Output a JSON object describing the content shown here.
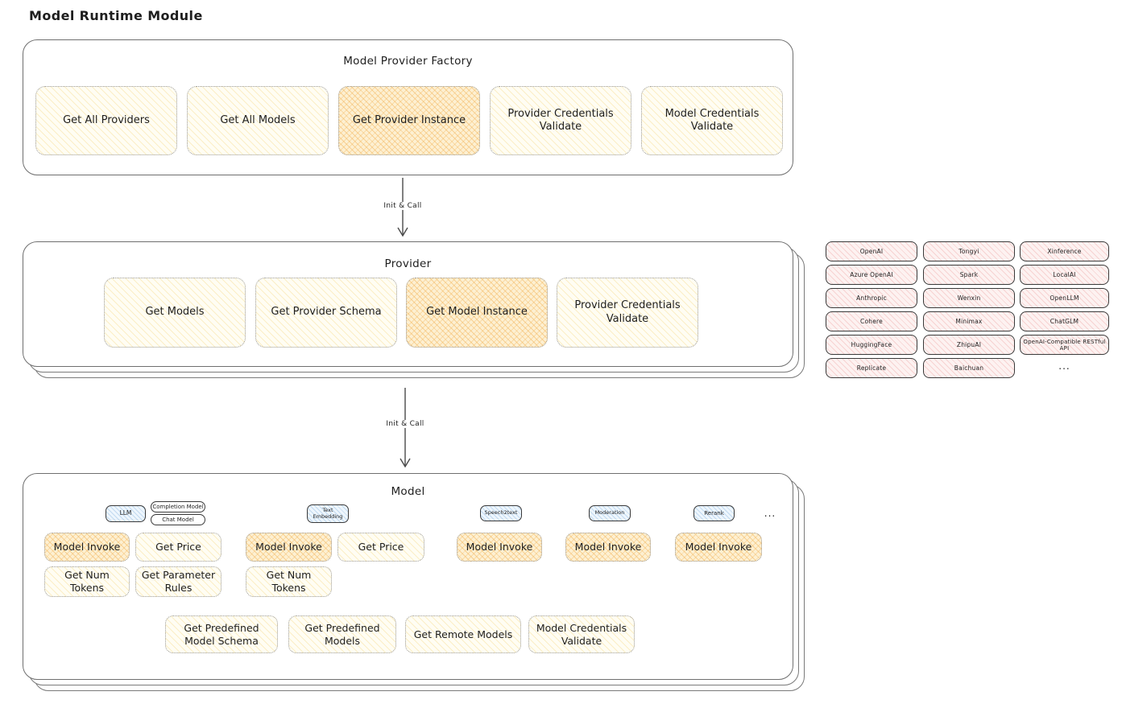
{
  "page": {
    "title": "Model Runtime Module"
  },
  "colors": {
    "yellow_hachure": "#f4ce68",
    "orange_hachure": "#f0a63c",
    "pink_hachure": "#eb9696",
    "blue_hachure": "#70a6d8",
    "box_stroke_dotted": "#9a9a9a",
    "shape_stroke": "#3a3a3a",
    "container_stroke": "#6f6f6f",
    "text": "#1e1e1e"
  },
  "factory": {
    "title": "Model Provider Factory",
    "methods": [
      {
        "label": "Get All Providers",
        "highlight": false
      },
      {
        "label": "Get All Models",
        "highlight": false
      },
      {
        "label": "Get Provider Instance",
        "highlight": true
      },
      {
        "label": "Provider Credentials Validate",
        "highlight": false
      },
      {
        "label": "Model Credentials Validate",
        "highlight": false
      }
    ]
  },
  "arrow1": {
    "label": "Init & Call"
  },
  "arrow2": {
    "label": "Init & Call"
  },
  "provider": {
    "title": "Provider",
    "methods": [
      {
        "label": "Get Models",
        "highlight": false
      },
      {
        "label": "Get Provider Schema",
        "highlight": false
      },
      {
        "label": "Get Model Instance",
        "highlight": true
      },
      {
        "label": "Provider Credentials Validate",
        "highlight": false
      }
    ]
  },
  "providers_grid": {
    "col1": [
      "OpenAI",
      "Azure OpenAI",
      "Anthropic",
      "Cohere",
      "HuggingFace",
      "Replicate"
    ],
    "col2": [
      "Tongyi",
      "Spark",
      "Wenxin",
      "Minimax",
      "ZhipuAI",
      "Baichuan"
    ],
    "col3": [
      "Xinference",
      "LocalAI",
      "OpenLLM",
      "ChatGLM",
      "OpenAI-Compatible RESTful API"
    ],
    "more": "..."
  },
  "model": {
    "title": "Model",
    "llm_badge": "LLM",
    "completion_badge": "Completion Model",
    "chat_badge": "Chat Model",
    "embedding_badge": "Text Embedding",
    "speech_badge": "Speech2text",
    "moderation_badge": "Moderation",
    "rerank_badge": "Rerank",
    "more": "...",
    "invoke": "Model Invoke",
    "get_price": "Get Price",
    "get_num_tokens": "Get Num Tokens",
    "get_parameter_rules": "Get Parameter Rules",
    "bottom": [
      "Get Predefined Model Schema",
      "Get Predefined Models",
      "Get Remote Models",
      "Model Credentials Validate"
    ]
  }
}
